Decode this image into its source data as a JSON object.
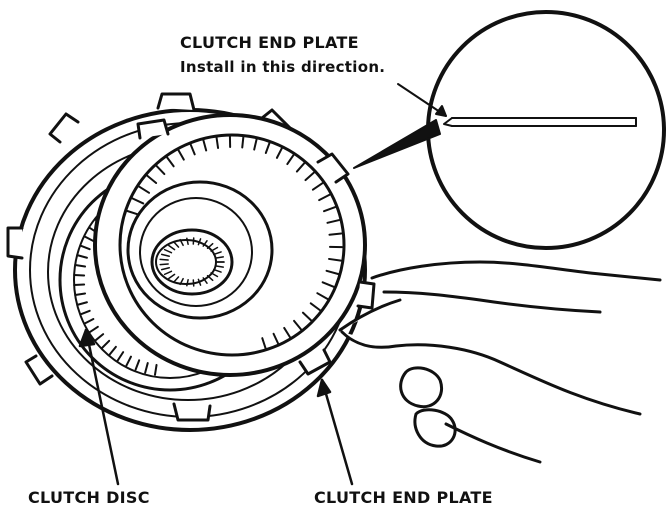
{
  "labels": {
    "top_title": "CLUTCH END PLATE",
    "top_note": "Install in this direction.",
    "bottom_left": "CLUTCH DISC",
    "bottom_right": "CLUTCH END PLATE"
  },
  "colors": {
    "ink": "#111111",
    "paper": "#ffffff"
  }
}
